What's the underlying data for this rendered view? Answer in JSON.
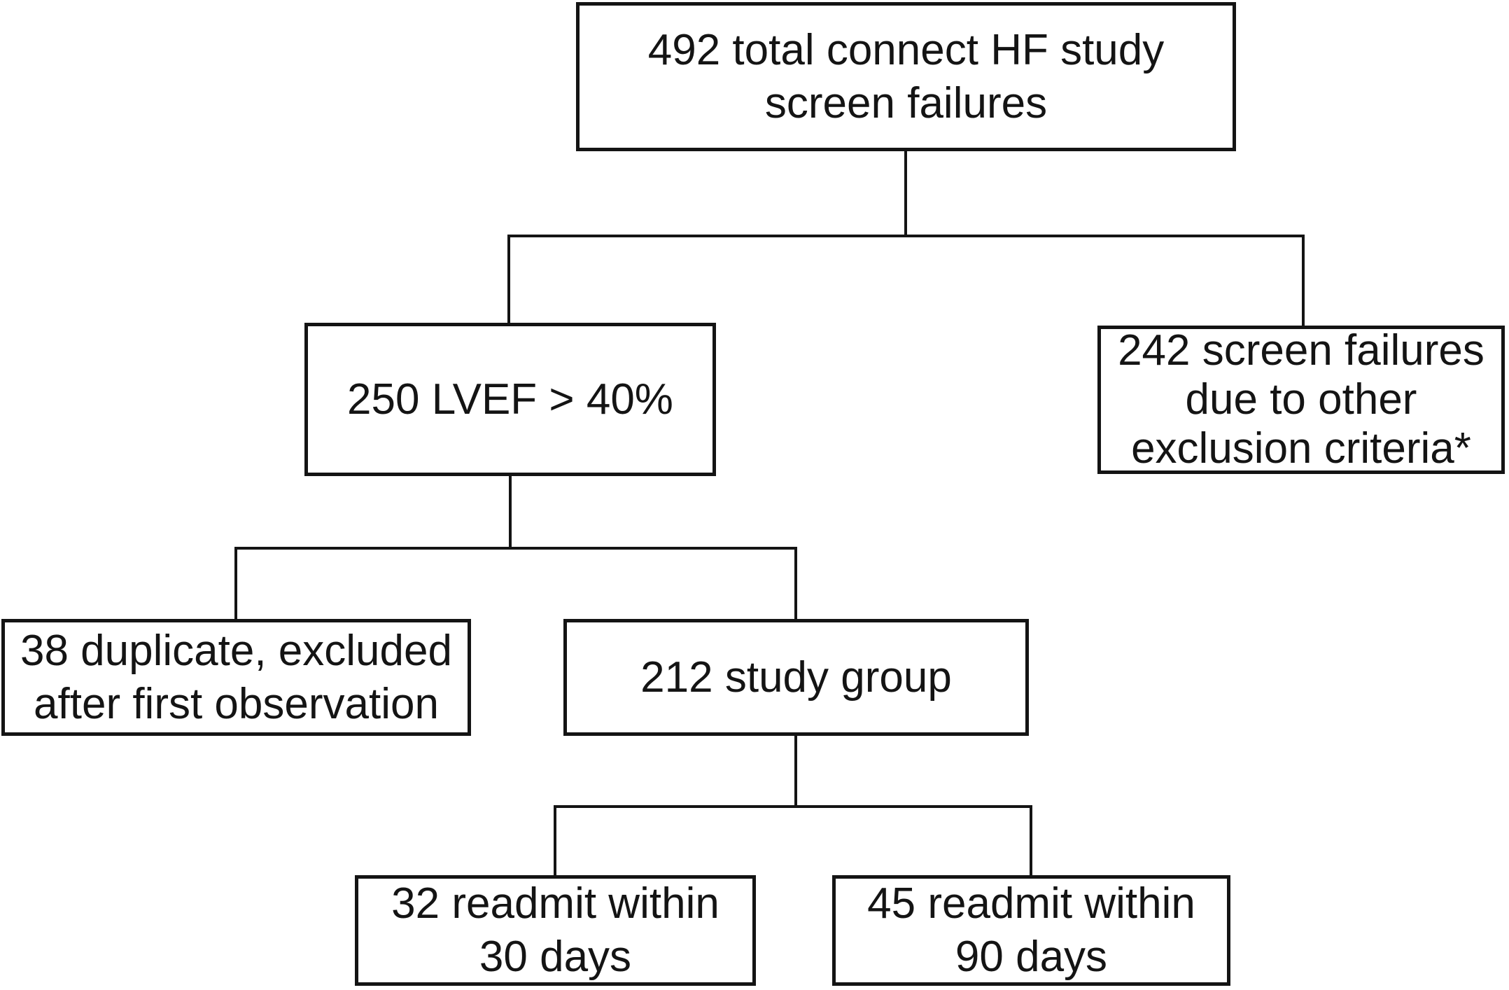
{
  "diagram": {
    "title": "Connect HF study screen-failure flow",
    "colors": {
      "ink": "#141414",
      "background": "#ffffff"
    },
    "nodes": {
      "total": {
        "label": "492 total connect HF study\nscreen failures"
      },
      "lvef": {
        "label": "250 LVEF > 40%"
      },
      "exclusion": {
        "label": "242 screen failures\ndue to other\nexclusion criteria*"
      },
      "duplicate": {
        "label": "38 duplicate, excluded\nafter first observation"
      },
      "study_group": {
        "label": "212 study group"
      },
      "readmit_30": {
        "label": "32 readmit within\n30 days"
      },
      "readmit_90": {
        "label": "45 readmit within\n90 days"
      }
    },
    "edges": [
      {
        "from": "total",
        "to": "lvef"
      },
      {
        "from": "total",
        "to": "exclusion"
      },
      {
        "from": "lvef",
        "to": "duplicate"
      },
      {
        "from": "lvef",
        "to": "study_group"
      },
      {
        "from": "study_group",
        "to": "readmit_30"
      },
      {
        "from": "study_group",
        "to": "readmit_90"
      }
    ]
  }
}
